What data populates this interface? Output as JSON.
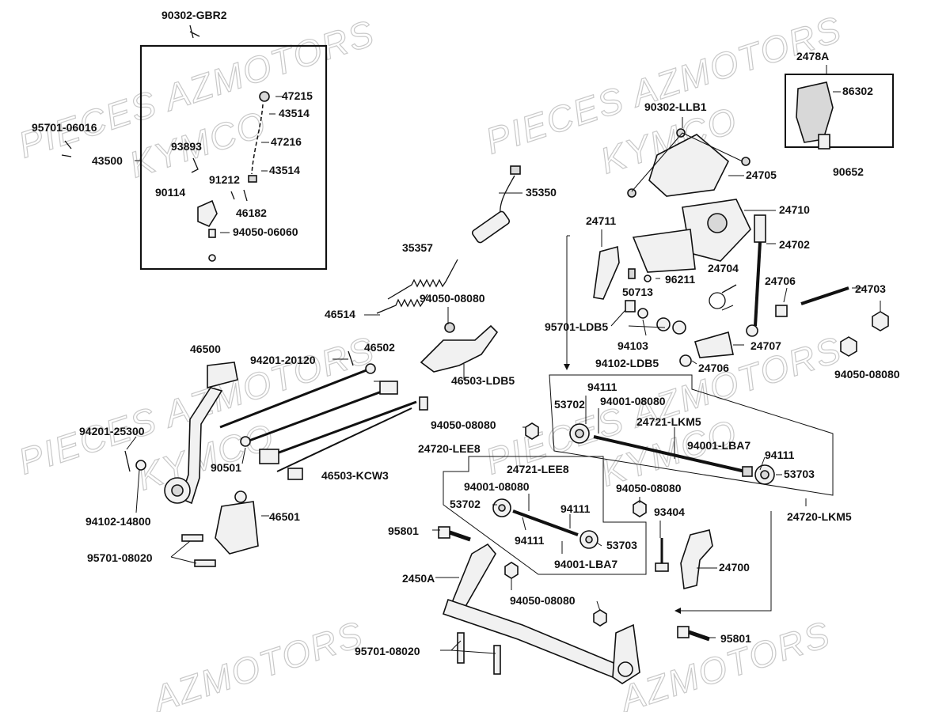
{
  "watermarks": {
    "pieces_az": "PIECES AZMOTORS",
    "az": "AZMOTORS",
    "kymco": "KYMCO"
  },
  "labels": {
    "p90302_gbr2": "90302-GBR2",
    "p47215": "47215",
    "p43514_a": "43514",
    "p47216": "47216",
    "p43514_b": "43514",
    "p95701_06016": "95701-06016",
    "p93893": "93893",
    "p43500": "43500",
    "p91212": "91212",
    "p90114": "90114",
    "p46182": "46182",
    "p94050_06060": "94050-06060",
    "p35350": "35350",
    "p35357": "35357",
    "p46514": "46514",
    "p94050_08080_a": "94050-08080",
    "p46500": "46500",
    "p94201_20120": "94201-20120",
    "p46502": "46502",
    "p46503_ldb5": "46503-LDB5",
    "p94201_25300": "94201-25300",
    "p90501": "90501",
    "p46503_kcw3": "46503-KCW3",
    "p94102_14800": "94102-14800",
    "p46501": "46501",
    "p95701_08020_a": "95701-08020",
    "p2478a": "2478A",
    "p86302": "86302",
    "p90652": "90652",
    "p90302_llb1": "90302-LLB1",
    "p24705": "24705",
    "p24710": "24710",
    "p24711": "24711",
    "p24702": "24702",
    "p24704": "24704",
    "p96211": "96211",
    "p50713": "50713",
    "p24706_a": "24706",
    "p24703": "24703",
    "p95701_ldb5": "95701-LDB5",
    "p94103": "94103",
    "p24707": "24707",
    "p94102_ldb5": "94102-LDB5",
    "p24706_b": "24706",
    "p94050_08080_b": "94050-08080",
    "p94111_a": "94111",
    "p53702_a": "53702",
    "p94001_08080_a": "94001-08080",
    "p24721_lkm5": "24721-LKM5",
    "p94050_08080_c": "94050-08080",
    "p94001_lba7_a": "94001-LBA7",
    "p94111_b": "94111",
    "p24720_lee8": "24720-LEE8",
    "p53703_a": "53703",
    "p24721_lee8": "24721-LEE8",
    "p94001_08080_b": "94001-08080",
    "p94050_08080_d": "94050-08080",
    "p53702_b": "53702",
    "p94111_c": "94111",
    "p24720_lkm5": "24720-LKM5",
    "p93404": "93404",
    "p95801_a": "95801",
    "p94111_d": "94111",
    "p53703_b": "53703",
    "p94001_lba7_b": "94001-LBA7",
    "p24700": "24700",
    "p2450a": "2450A",
    "p94050_08080_e": "94050-08080",
    "p95801_b": "95801",
    "p95701_08020_b": "95701-08020"
  }
}
